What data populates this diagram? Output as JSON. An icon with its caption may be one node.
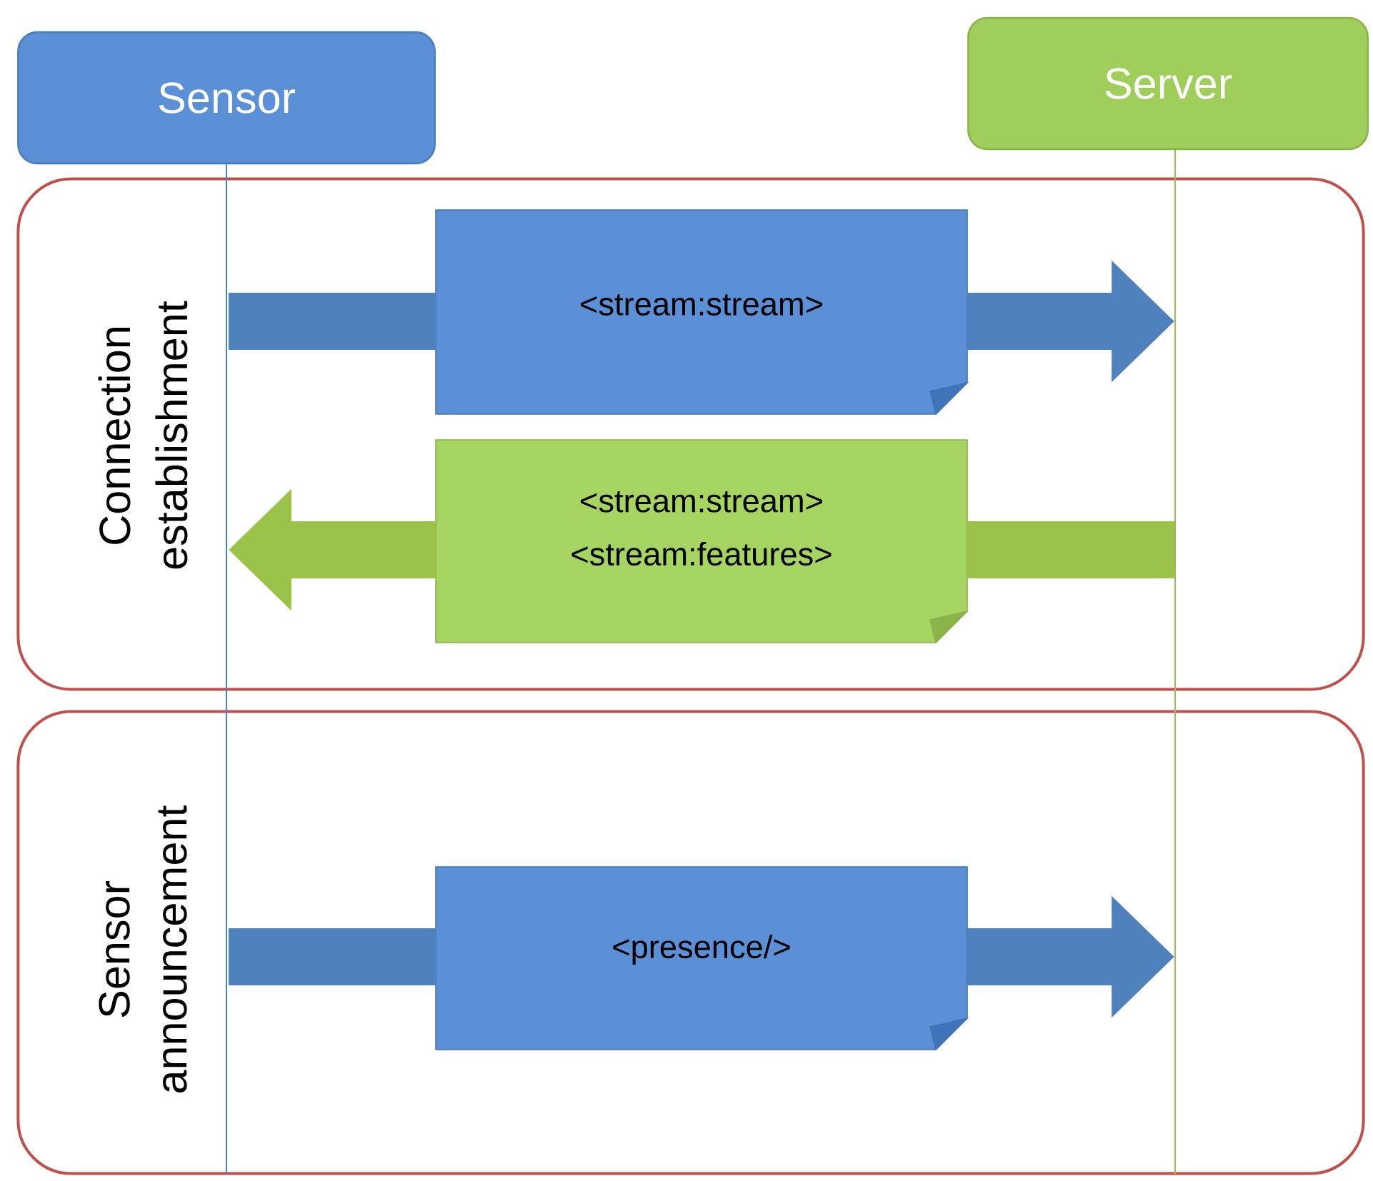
{
  "diagram": {
    "nodes": [
      {
        "text": [
          "Sensor"
        ]
      },
      {
        "text": [
          "Server"
        ]
      },
      {
        "text": [
          "Connection establishment"
        ]
      },
      {
        "text": [
          "Sensor announcement"
        ]
      },
      {
        "text": [
          "<stream:stream>"
        ],
        "in": 2
      },
      {
        "text": [
          "<stream:stream>",
          "<stream:features>"
        ],
        "in": 2
      },
      {
        "text": [
          "<presence/>"
        ],
        "in": 3
      }
    ],
    "edges": [
      {
        "from": null,
        "to": 4,
        "arrow": "none"
      },
      {
        "from": 4,
        "to": null,
        "arrow": "to"
      },
      {
        "from": null,
        "to": 5,
        "arrow": "none",
        "color": "#9bc34a"
      },
      {
        "from": 5,
        "to": null,
        "arrow": "to",
        "color": "#9bc34a"
      },
      {
        "from": null,
        "to": 6,
        "arrow": "none"
      },
      {
        "from": 6,
        "to": null,
        "arrow": "to"
      },
      {
        "from": 0,
        "to": 3,
        "arrow": "none"
      },
      {
        "from": 1,
        "to": 3,
        "arrow": "none",
        "color": "#9bbb59"
      }
    ]
  }
}
